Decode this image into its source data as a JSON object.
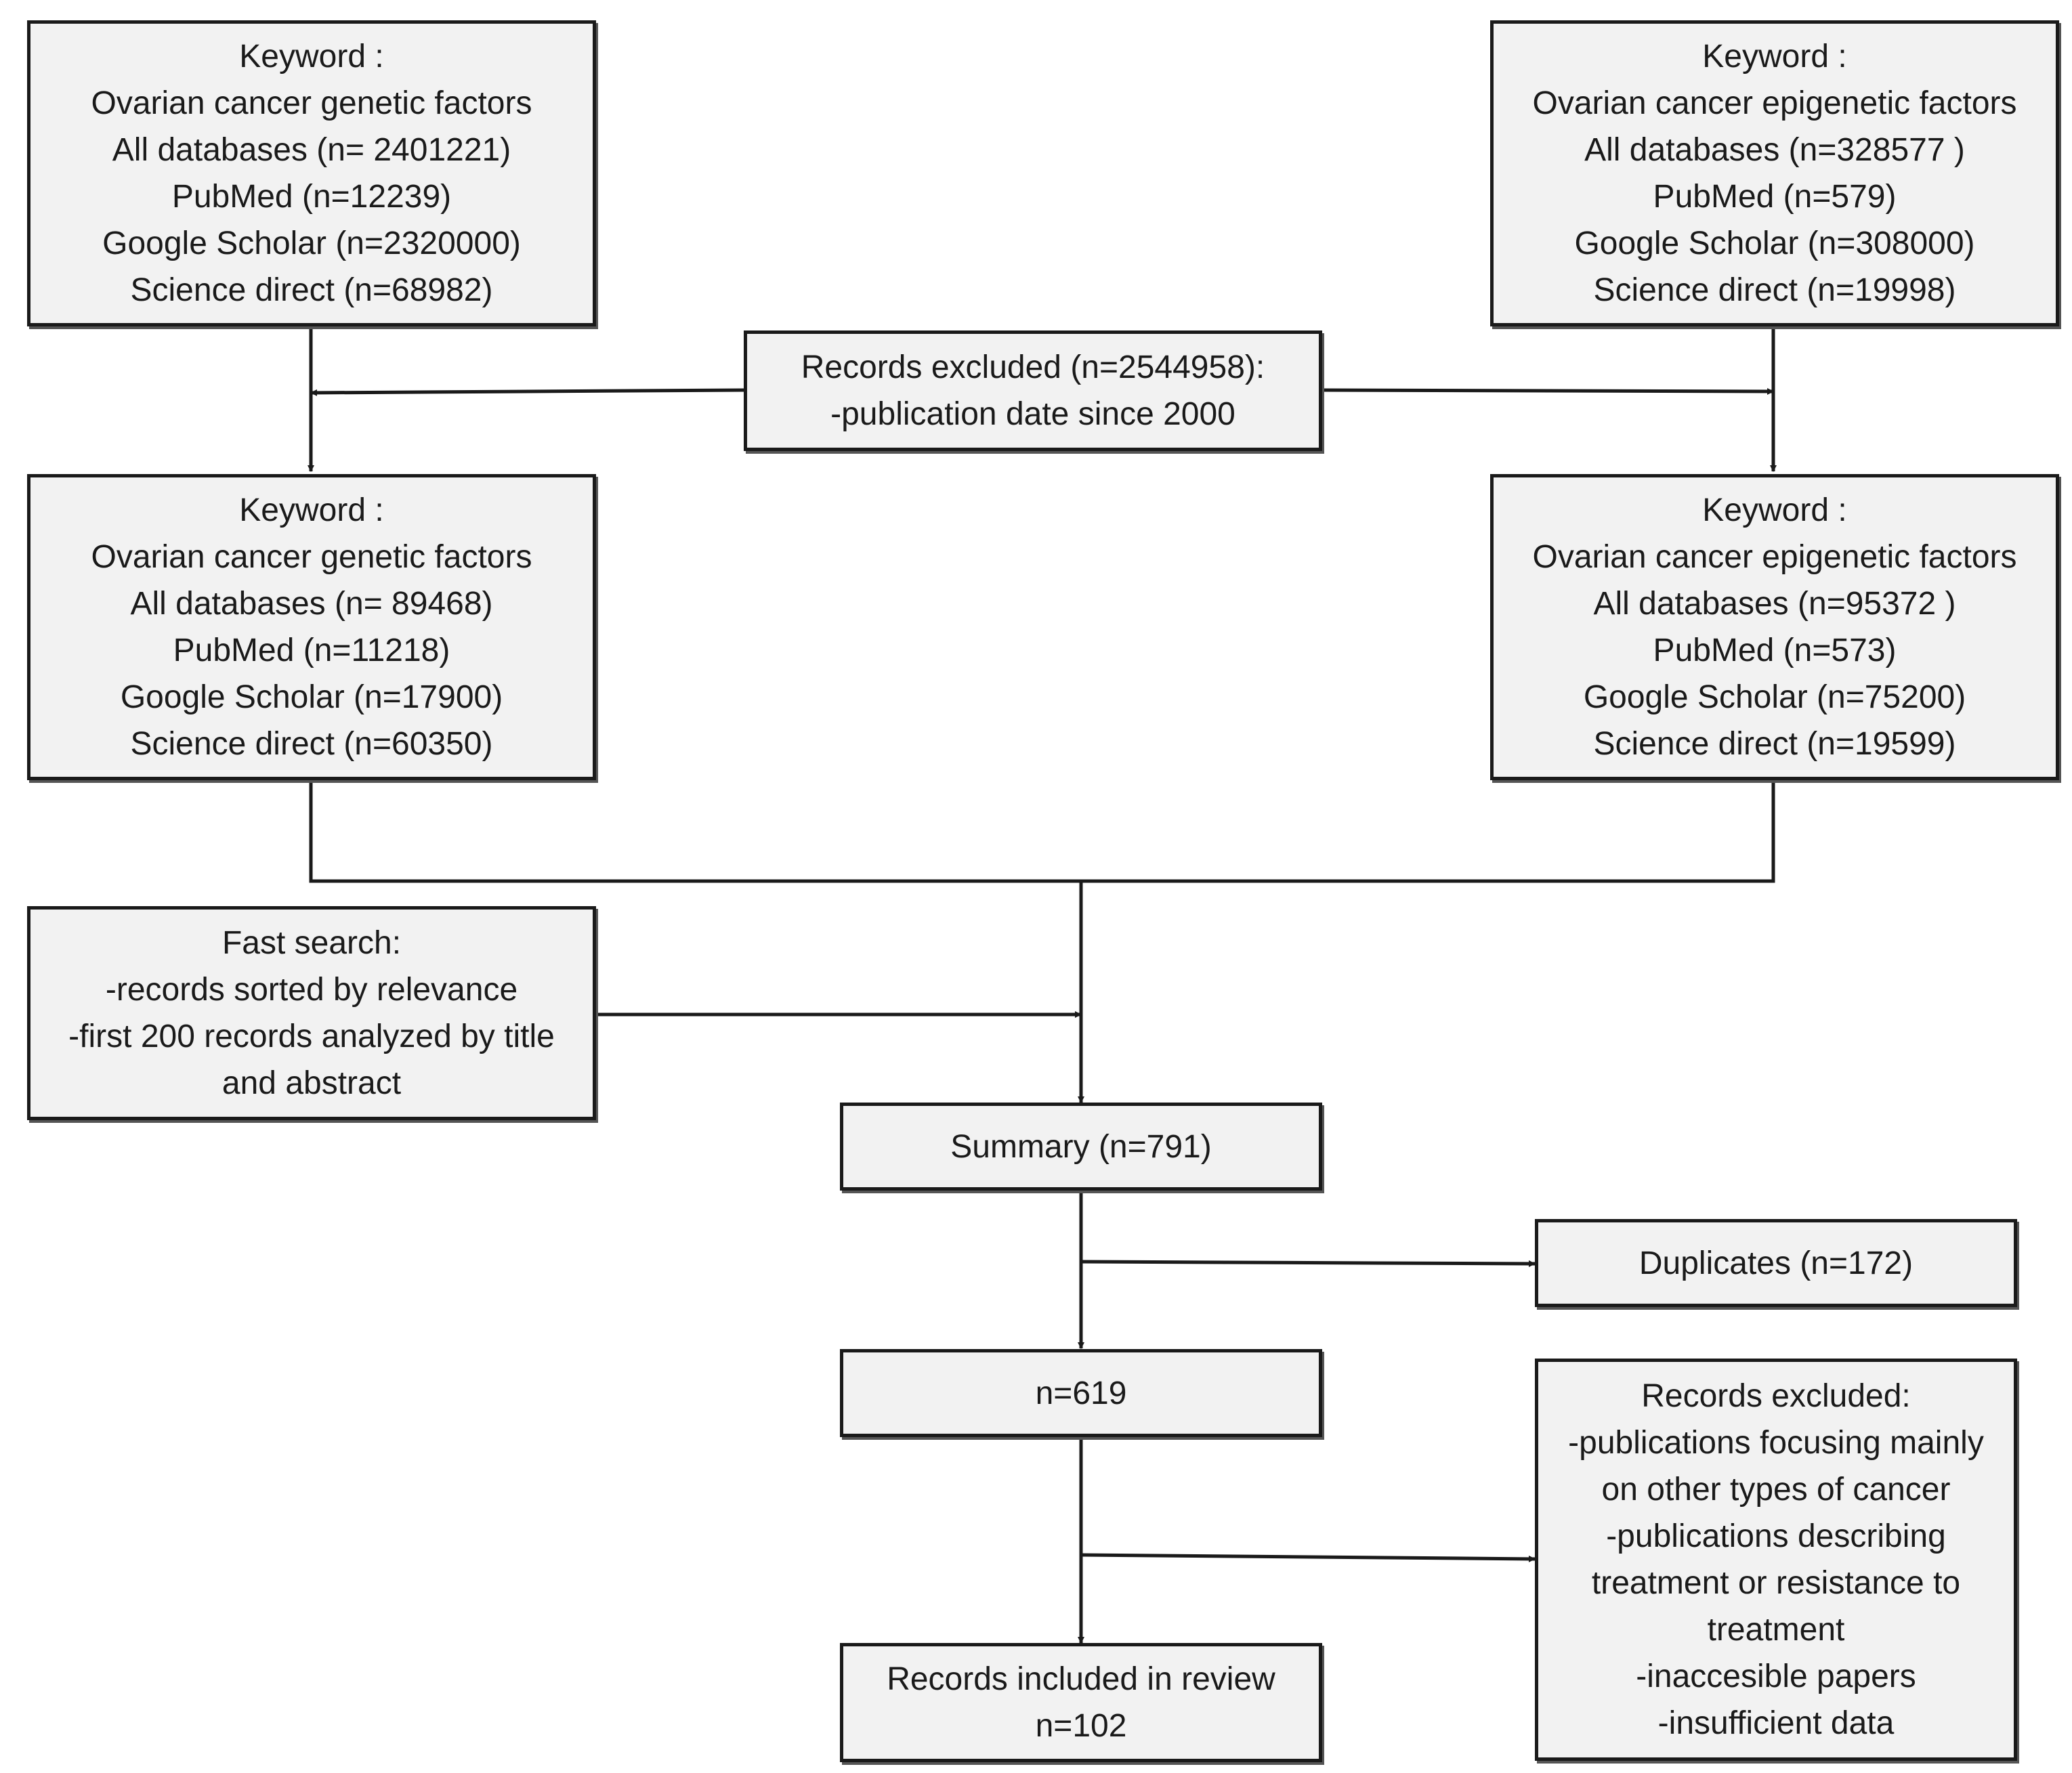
{
  "diagram": {
    "genetic_initial": {
      "lines": [
        "Keyword :",
        "Ovarian cancer genetic factors",
        "All databases (n= 2401221)",
        "PubMed (n=12239)",
        "Google Scholar (n=2320000)",
        "Science direct (n=68982)"
      ]
    },
    "epigenetic_initial": {
      "lines": [
        "Keyword :",
        "Ovarian cancer epigenetic factors",
        "All databases (n=328577 )",
        "PubMed (n=579)",
        "Google Scholar (n=308000)",
        "Science direct (n=19998)"
      ]
    },
    "date_exclusion": {
      "lines": [
        "Records excluded (n=2544958):",
        "-publication date since 2000"
      ]
    },
    "genetic_filtered": {
      "lines": [
        "Keyword :",
        "Ovarian cancer genetic factors",
        "All databases (n= 89468)",
        "PubMed (n=11218)",
        "Google Scholar (n=17900)",
        "Science direct (n=60350)"
      ]
    },
    "epigenetic_filtered": {
      "lines": [
        "Keyword :",
        "Ovarian cancer epigenetic factors",
        "All databases (n=95372 )",
        "PubMed (n=573)",
        "Google Scholar (n=75200)",
        "Science direct (n=19599)"
      ]
    },
    "fast_search": {
      "lines": [
        "Fast search:",
        "-records sorted by relevance",
        "-first 200 records analyzed by title",
        "and abstract"
      ]
    },
    "summary": {
      "lines": [
        "Summary (n=791)"
      ]
    },
    "duplicates": {
      "lines": [
        "Duplicates (n=172)"
      ]
    },
    "after_duplicates": {
      "lines": [
        "n=619"
      ]
    },
    "final_exclusion": {
      "lines": [
        "Records excluded:",
        "-publications focusing mainly",
        "on other types of cancer",
        "-publications describing",
        "treatment or resistance to",
        "treatment",
        "-inaccesible papers",
        "-insufficient data"
      ]
    },
    "included": {
      "lines": [
        "Records included in review",
        "n=102"
      ]
    }
  }
}
